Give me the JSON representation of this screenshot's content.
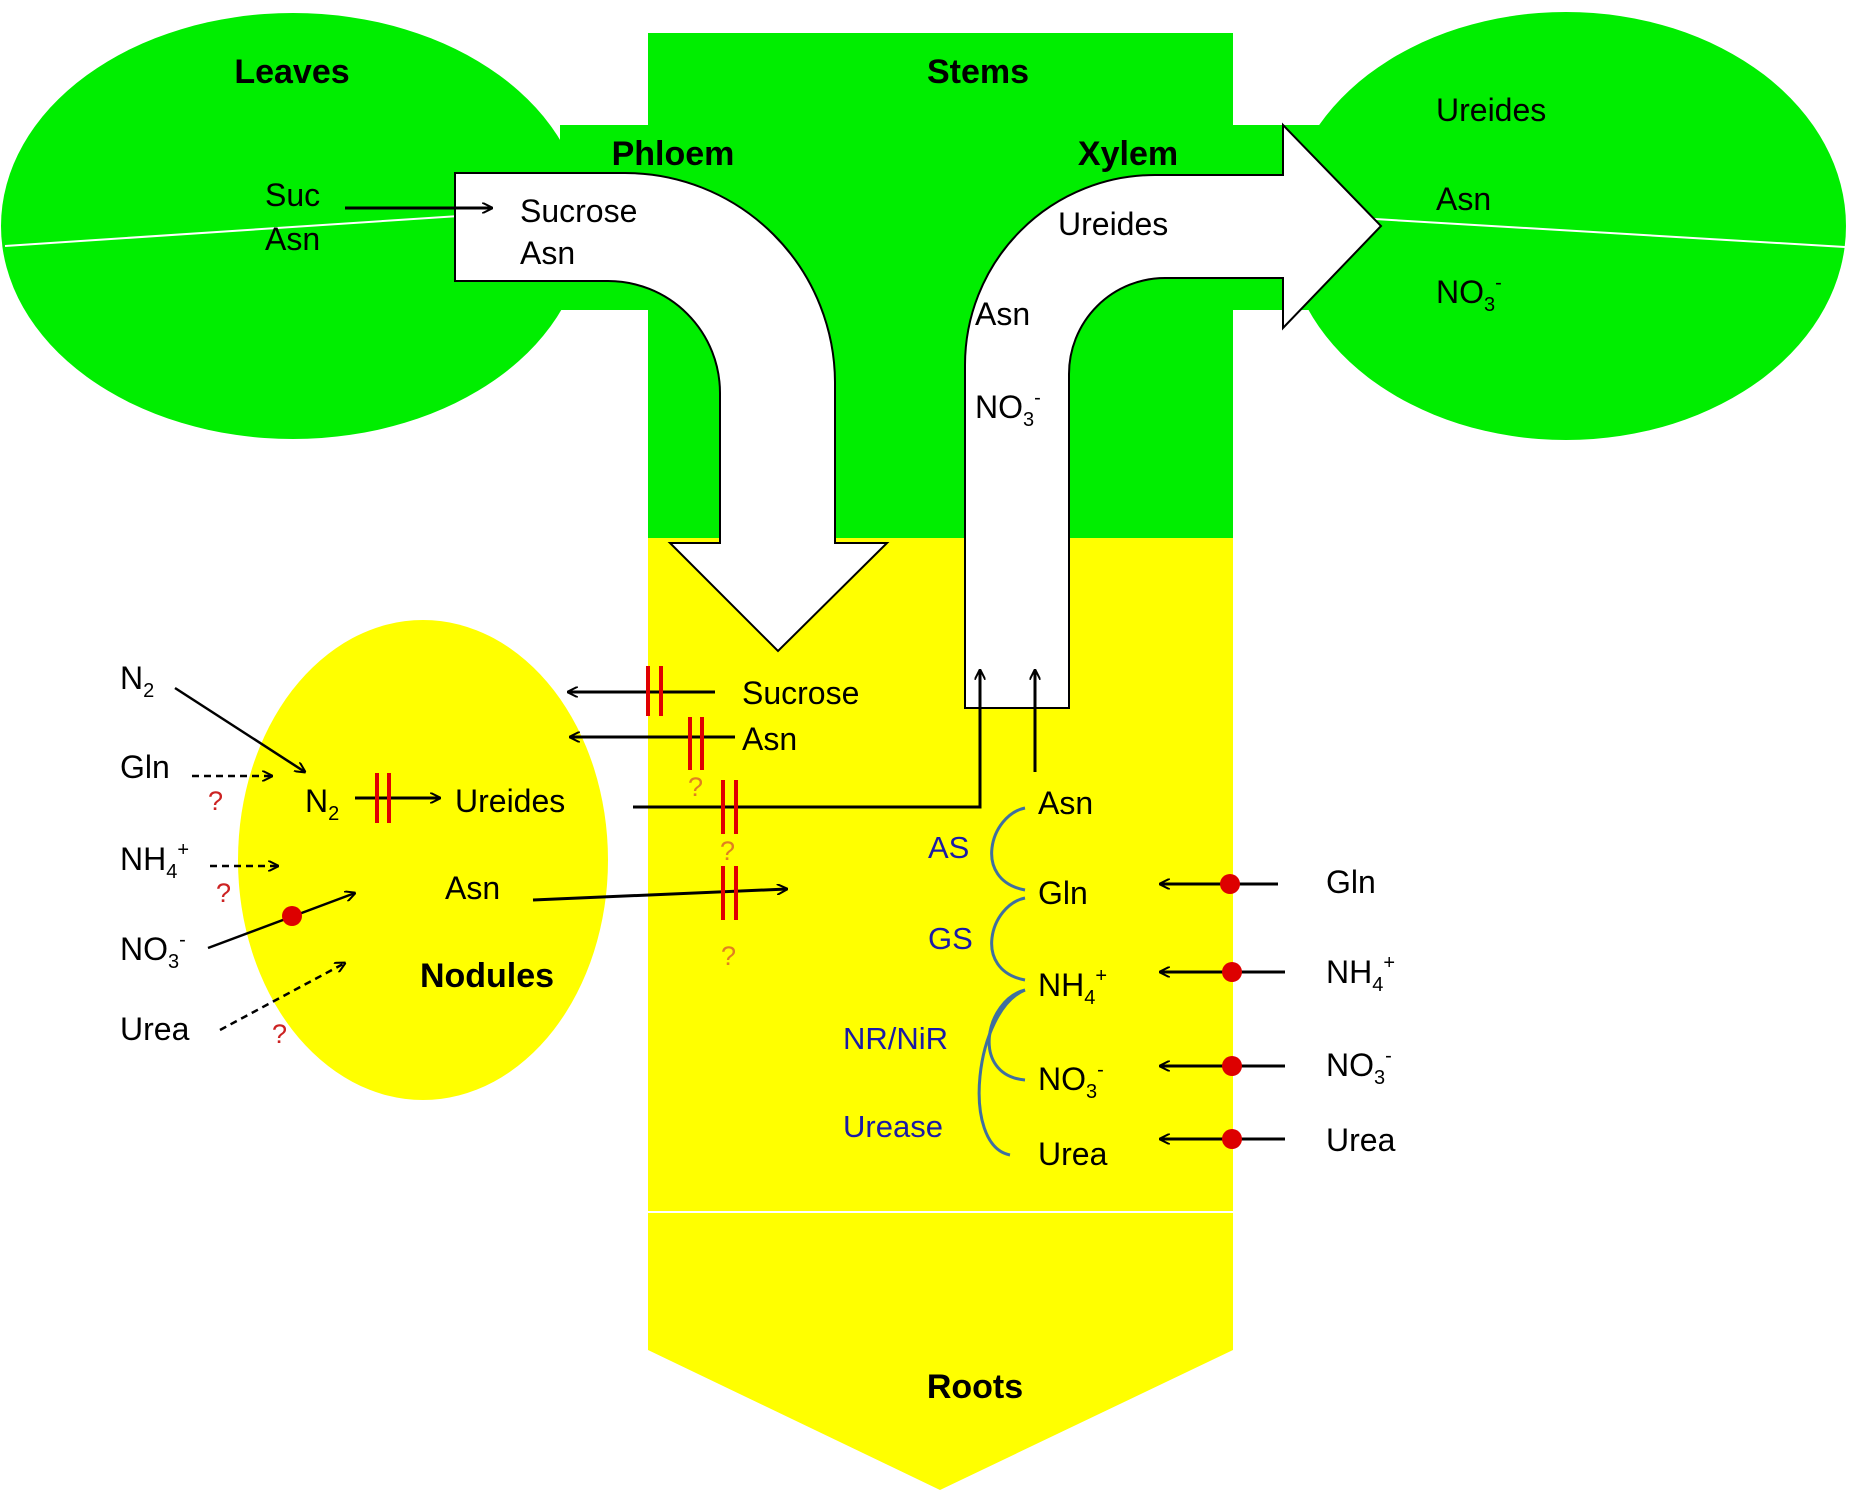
{
  "organs": {
    "leaves": "Leaves",
    "stems": "Stems",
    "roots": "Roots",
    "nodules": "Nodules"
  },
  "vessels": {
    "phloem": "Phloem",
    "xylem": "Xylem"
  },
  "leaf_left": {
    "suc": "Suc",
    "asn": "Asn"
  },
  "leaf_right": {
    "ureides": "Ureides",
    "asn": "Asn",
    "no3": "NO",
    "no3_sub": "3",
    "no3_sup": "-"
  },
  "phloem_arrow": {
    "sucrose": "Sucrose",
    "asn": "Asn"
  },
  "xylem_arrow": {
    "ureides": "Ureides",
    "asn": "Asn",
    "no3": "NO",
    "no3_sub": "3",
    "no3_sup": "-"
  },
  "nodule_inputs": {
    "n2": "N",
    "n2_sub": "2",
    "gln": "Gln",
    "nh4": "NH",
    "nh4_sub": "4",
    "nh4_sup": "+",
    "no3": "NO",
    "no3_sub": "3",
    "no3_sup": "-",
    "urea": "Urea"
  },
  "nodule_inner": {
    "n2": "N",
    "n2_sub": "2",
    "ureides": "Ureides",
    "asn": "Asn"
  },
  "root_transfer": {
    "sucrose": "Sucrose",
    "asn": "Asn"
  },
  "root_pathway": {
    "asn": "Asn",
    "gln": "Gln",
    "nh4": "NH",
    "nh4_sub": "4",
    "nh4_sup": "+",
    "no3": "NO",
    "no3_sub": "3",
    "no3_sup": "-",
    "urea": "Urea"
  },
  "enzymes": {
    "as": "AS",
    "gs": "GS",
    "nr_nir": "NR/NiR",
    "urease": "Urease"
  },
  "soil_inputs": {
    "gln": "Gln",
    "nh4": "NH",
    "nh4_sub": "4",
    "nh4_sup": "+",
    "no3": "NO",
    "no3_sub": "3",
    "no3_sup": "-",
    "urea": "Urea"
  },
  "unknown_mark": "?",
  "colors": {
    "shoot": "#00ee00",
    "root": "#ffff00",
    "blocker": "#e00000",
    "transporter": "#dd0000",
    "unknown": "#cc2222",
    "unknown_alt": "#e08020",
    "enzyme": "#1a1aa6",
    "enzyme_arc": "#3f6f9f"
  }
}
